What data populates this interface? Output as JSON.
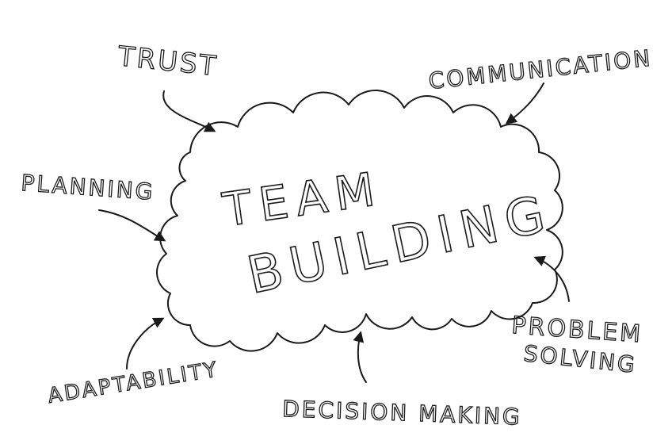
{
  "center": {
    "line1": "TEAM",
    "line2": "BUILDING"
  },
  "labels": {
    "trust": "TRUST",
    "communication": "COMMUNICATION",
    "planning": "PLANNING",
    "problem_line1": "PROBLEM",
    "problem_line2": "SOLVING",
    "adaptability": "ADAPTABILITY",
    "decision": "DECISION MAKING"
  },
  "colors": {
    "ink": "#1a1a1a",
    "background": "#ffffff"
  }
}
